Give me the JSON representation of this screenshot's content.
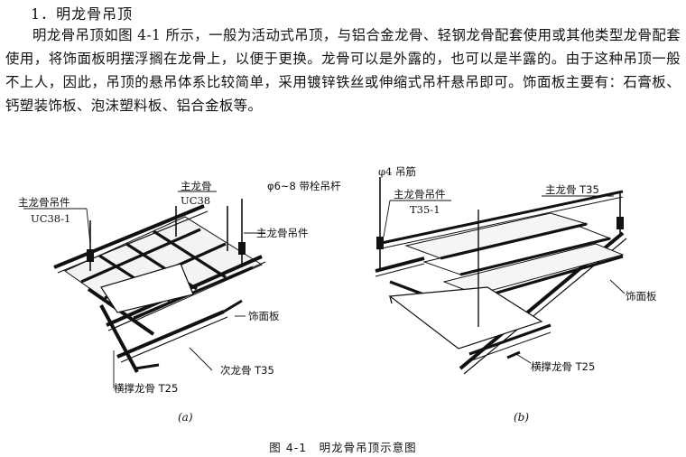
{
  "section": {
    "title": "1．明龙骨吊顶"
  },
  "paragraph": "明龙骨吊顶如图 4-1 所示，一般为活动式吊顶，与铝合金龙骨、轻钢龙骨配套使用或其他类型龙骨配套使用，将饰面板明摆浮搁在龙骨上，以便于更换。龙骨可以是外露的，也可以是半露的。由于这种吊顶一般不上人，因此，吊顶的悬吊体系比较简单，采用镀锌铁丝或伸缩式吊杆悬吊即可。饰面板主要有：石膏板、钙塑装饰板、泡沫塑料板、铝合金板等。",
  "figure_a": {
    "label_hanger": "主龙骨吊件",
    "label_hanger_model": "UC38-1",
    "label_main": "主龙骨",
    "label_main_model": "UC38",
    "label_rod": "φ6~8 带栓吊杆",
    "label_hanger_right": "主龙骨吊件",
    "label_panel": "饰面板",
    "label_secondary": "次龙骨 T35",
    "label_cross": "横撑龙骨 T25",
    "sub": "(a)"
  },
  "figure_b": {
    "label_rebar": "φ4 吊筋",
    "label_hanger": "主龙骨吊件",
    "label_hanger_model": "T35-1",
    "label_main": "主龙骨 T35",
    "label_panel": "饰面板",
    "label_cross": "横撑龙骨 T25",
    "sub": "(b)"
  },
  "caption": "图 4-1　明龙骨吊顶示意图"
}
